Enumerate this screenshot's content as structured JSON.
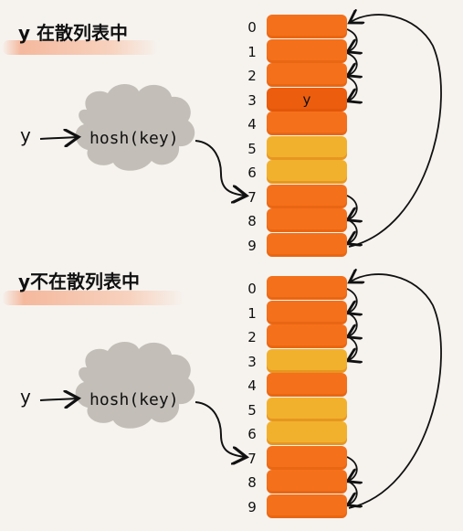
{
  "colors": {
    "occupied": "#f5701a",
    "occupied_dark": "#ec5d0e",
    "empty": "#f2b12d",
    "ink": "#111111",
    "cloud": "#c3bfb8"
  },
  "panels": [
    {
      "title": "y 在散列表中",
      "input_label": "y",
      "hash_label": "hosh(key)",
      "slot_indices": [
        "0",
        "1",
        "2",
        "3",
        "4",
        "5",
        "6",
        "7",
        "8",
        "9"
      ],
      "slot_states": [
        "occupied",
        "occupied",
        "occupied",
        "occupied-dark",
        "occupied",
        "empty",
        "empty",
        "occupied",
        "occupied",
        "occupied"
      ],
      "slot_contents": [
        "",
        "",
        "",
        "y",
        "",
        "",
        "",
        "",
        "",
        ""
      ]
    },
    {
      "title": "y不在散列表中",
      "input_label": "y",
      "hash_label": "hosh(key)",
      "slot_indices": [
        "0",
        "1",
        "2",
        "3",
        "4",
        "5",
        "6",
        "7",
        "8",
        "9"
      ],
      "slot_states": [
        "occupied",
        "occupied",
        "occupied",
        "empty",
        "occupied",
        "empty",
        "empty",
        "occupied",
        "occupied",
        "occupied"
      ],
      "slot_contents": [
        "",
        "",
        "",
        "",
        "",
        "",
        "",
        "",
        "",
        ""
      ]
    }
  ]
}
